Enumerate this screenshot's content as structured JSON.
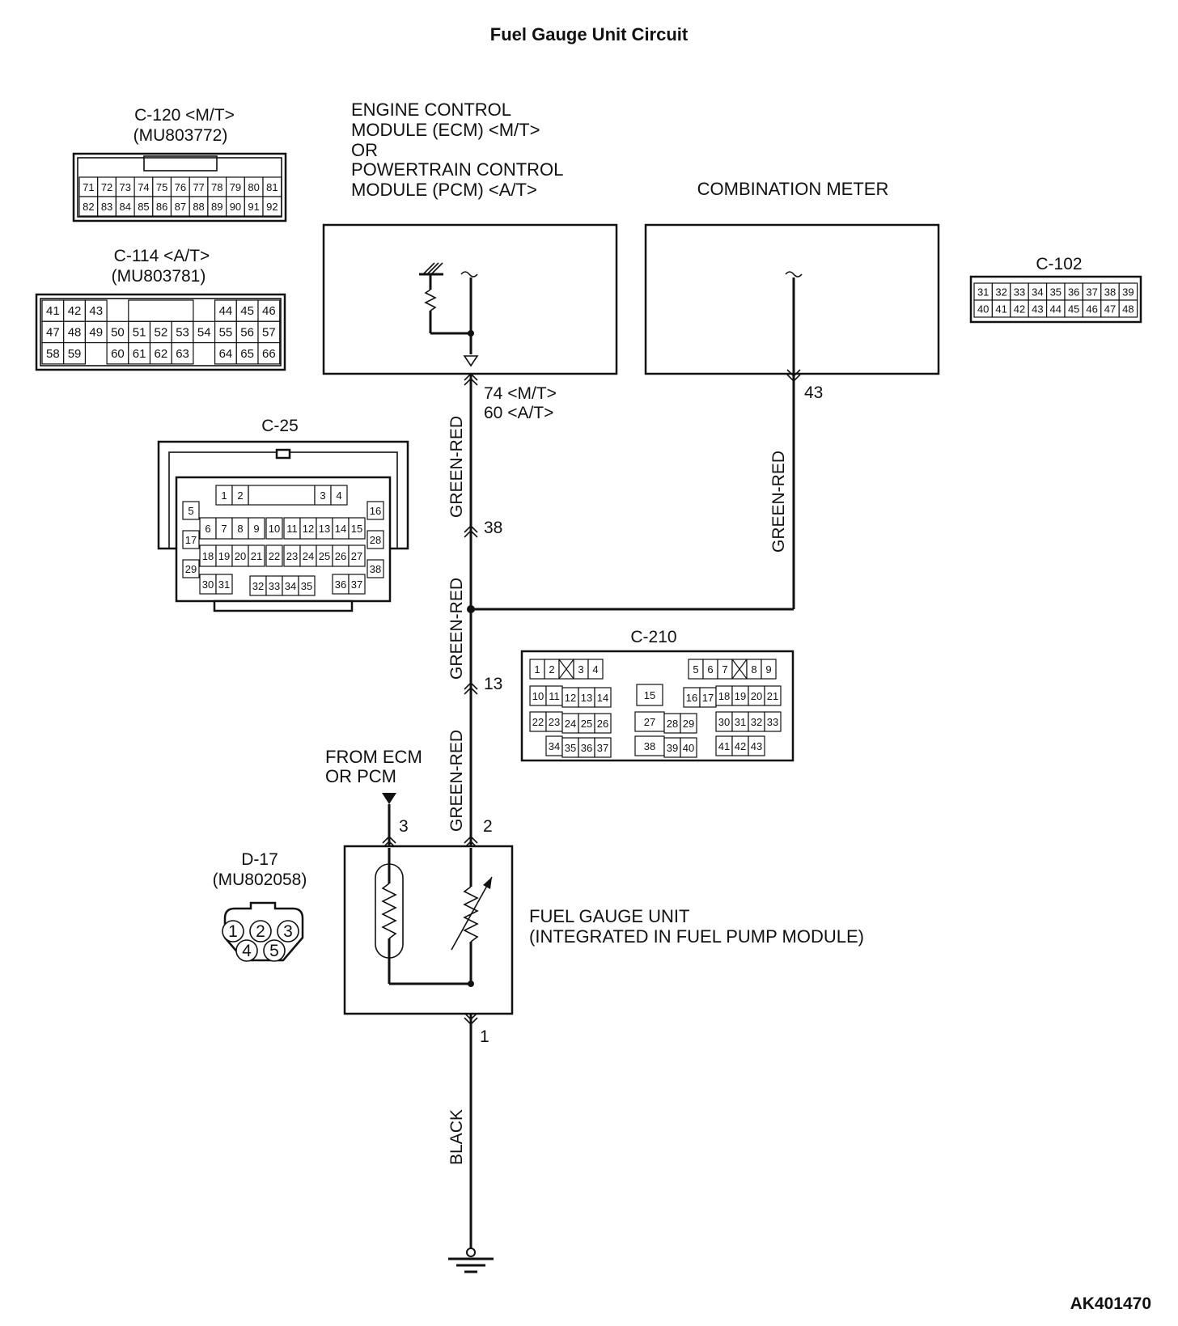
{
  "title": "Fuel Gauge Unit Circuit",
  "figure_id": "AK401470",
  "connectors": {
    "c120": {
      "name": "C-120 <M/T>",
      "part": "(MU803772)",
      "rows": [
        [
          "71",
          "72",
          "73",
          "74",
          "75",
          "76",
          "77",
          "78",
          "79",
          "80",
          "81"
        ],
        [
          "82",
          "83",
          "84",
          "85",
          "86",
          "87",
          "88",
          "89",
          "90",
          "91",
          "92"
        ]
      ]
    },
    "c114": {
      "name": "C-114 <A/T>",
      "part": "(MU803781)",
      "rows": [
        [
          "41",
          "42",
          "43",
          "",
          "",
          "",
          "",
          "",
          "44",
          "45",
          "46"
        ],
        [
          "47",
          "48",
          "49",
          "50",
          "51",
          "52",
          "53",
          "54",
          "55",
          "56",
          "57"
        ],
        [
          "58",
          "59",
          "",
          "60",
          "61",
          "62",
          "63",
          "",
          "64",
          "65",
          "66"
        ]
      ]
    },
    "c102": {
      "name": "C-102",
      "rows": [
        [
          "31",
          "32",
          "33",
          "34",
          "35",
          "36",
          "37",
          "38",
          "39"
        ],
        [
          "40",
          "41",
          "42",
          "43",
          "44",
          "45",
          "46",
          "47",
          "48"
        ]
      ]
    },
    "c25": {
      "name": "C-25",
      "pins": [
        "1",
        "2",
        "3",
        "4",
        "5",
        "6",
        "7",
        "8",
        "9",
        "10",
        "11",
        "12",
        "13",
        "14",
        "15",
        "16",
        "17",
        "18",
        "19",
        "20",
        "21",
        "22",
        "23",
        "24",
        "25",
        "26",
        "27",
        "28",
        "29",
        "30",
        "31",
        "32",
        "33",
        "34",
        "35",
        "36",
        "37",
        "38"
      ]
    },
    "c210": {
      "name": "C-210",
      "pins": [
        "1",
        "2",
        "3",
        "4",
        "5",
        "6",
        "7",
        "8",
        "9",
        "10",
        "11",
        "12",
        "13",
        "14",
        "15",
        "16",
        "17",
        "18",
        "19",
        "20",
        "21",
        "22",
        "23",
        "24",
        "25",
        "26",
        "27",
        "28",
        "29",
        "30",
        "31",
        "32",
        "33",
        "34",
        "35",
        "36",
        "37",
        "38",
        "39",
        "40",
        "41",
        "42",
        "43"
      ]
    },
    "d17": {
      "name": "D-17",
      "part": "(MU802058)",
      "pins": [
        "1",
        "2",
        "3",
        "4",
        "5"
      ]
    }
  },
  "components": {
    "ecm": {
      "lines": [
        "ENGINE CONTROL",
        "MODULE (ECM) <M/T>",
        "OR",
        "POWERTRAIN CONTROL",
        "MODULE (PCM) <A/T>"
      ]
    },
    "meter": {
      "label": "COMBINATION METER"
    },
    "fuel_unit": {
      "lines": [
        "FUEL GAUGE UNIT",
        "(INTEGRATED IN FUEL PUMP MODULE)"
      ]
    },
    "from_ecm": {
      "lines": [
        "FROM ECM",
        "OR PCM"
      ]
    }
  },
  "wires": {
    "w1": "GREEN-RED",
    "w2": "GREEN-RED",
    "w3": "GREEN-RED",
    "w4": "GREEN-RED",
    "ground": "BLACK"
  },
  "pin_labels": {
    "ecm_mt": "74 <M/T>",
    "ecm_at": "60 <A/T>",
    "meter": "43",
    "c25": "38",
    "c210": "13",
    "fuel_2": "2",
    "fuel_3": "3",
    "fuel_1": "1"
  }
}
